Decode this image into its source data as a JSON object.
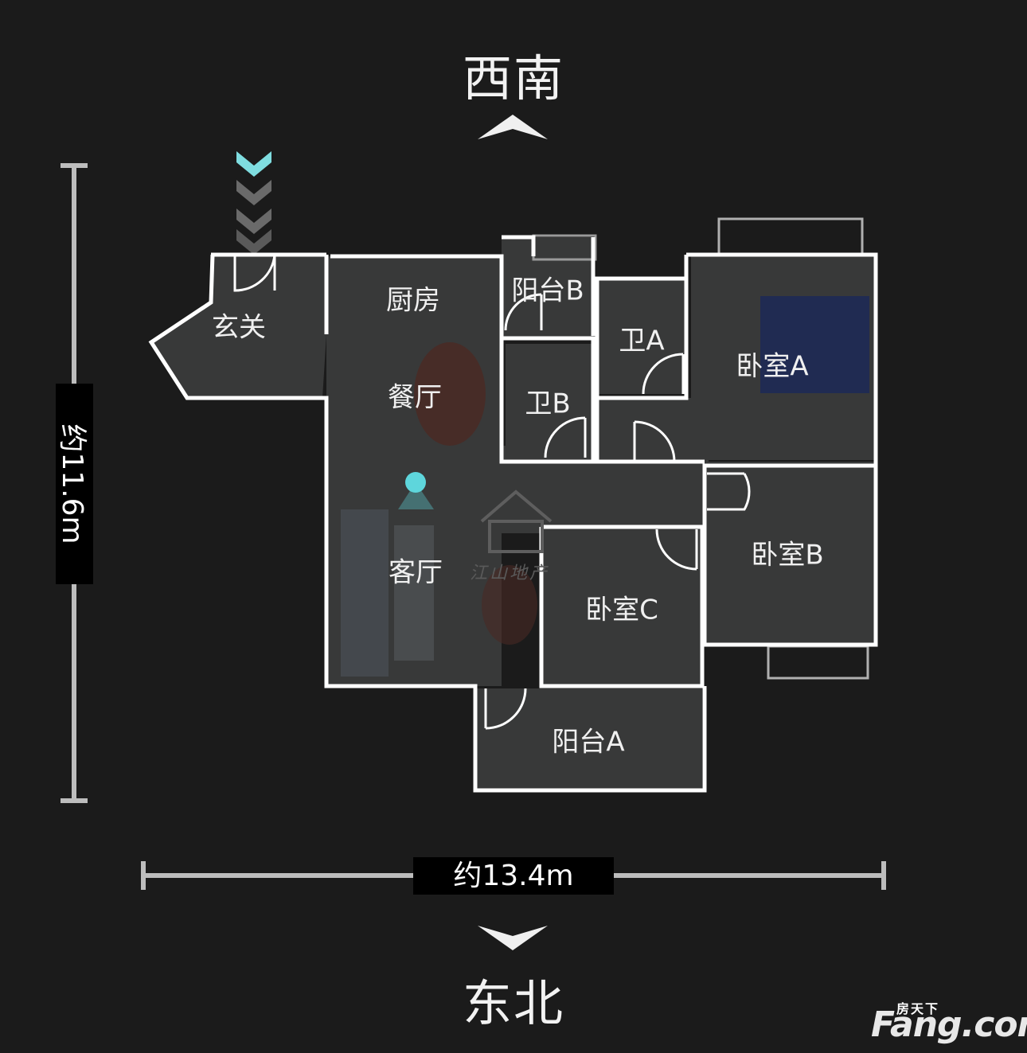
{
  "compass": {
    "top": "西南",
    "bottom": "东北"
  },
  "dimensions": {
    "height": "约11.6m",
    "width": "约13.4m"
  },
  "rooms": {
    "entry": "玄关",
    "kitchen": "厨房",
    "balcony_b": "阳台B",
    "bath_a": "卫A",
    "bath_b": "卫B",
    "bedroom_a": "卧室A",
    "dining": "餐厅",
    "living": "客厅",
    "bedroom_b": "卧室B",
    "bedroom_c": "卧室C",
    "balcony_a": "阳台A"
  },
  "watermark": "江山地产",
  "logo": {
    "top": "房天下",
    "main": "Fang.com"
  },
  "colors": {
    "background": "#1b1b1b",
    "wall": "#ffffff",
    "marker": "#5ed6dc",
    "entry_arrow": "#7fdde0"
  }
}
